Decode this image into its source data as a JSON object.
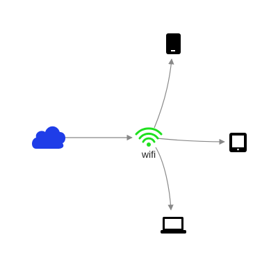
{
  "diagram": {
    "nodes": [
      {
        "id": "cloud",
        "icon": "cloud-icon",
        "label": "",
        "color": "#1f3de8"
      },
      {
        "id": "wifi",
        "icon": "wifi-icon",
        "label": "wifi",
        "color": "#1fe01f"
      },
      {
        "id": "phone",
        "icon": "smartphone-icon",
        "label": "",
        "color": "#000000"
      },
      {
        "id": "tablet",
        "icon": "tablet-icon",
        "label": "",
        "color": "#000000"
      },
      {
        "id": "laptop",
        "icon": "laptop-icon",
        "label": "",
        "color": "#000000"
      }
    ],
    "edges": [
      {
        "from": "cloud",
        "to": "wifi"
      },
      {
        "from": "wifi",
        "to": "phone"
      },
      {
        "from": "wifi",
        "to": "tablet"
      },
      {
        "from": "wifi",
        "to": "laptop"
      }
    ],
    "edge_color": "#888888"
  }
}
